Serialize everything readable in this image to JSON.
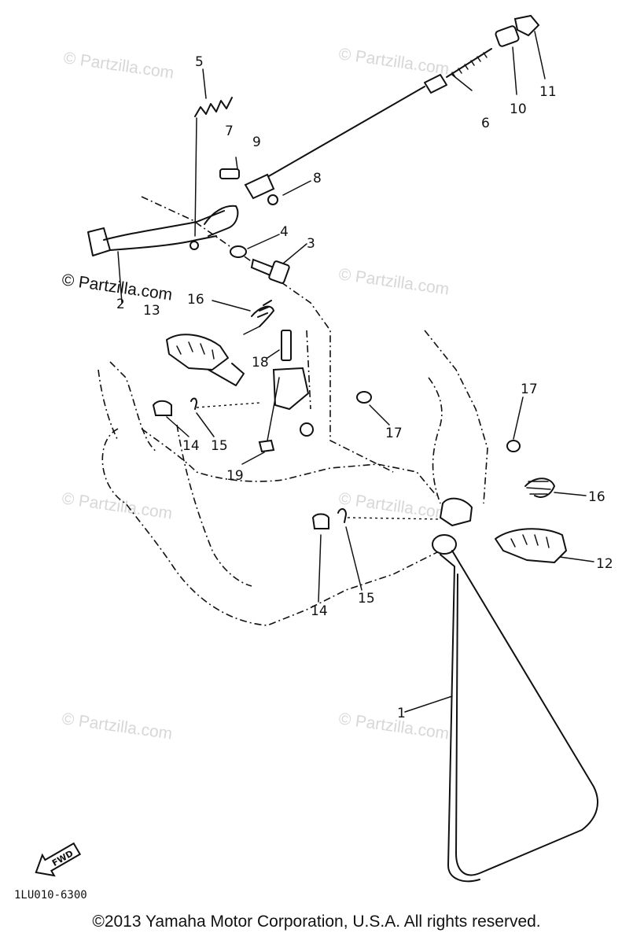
{
  "diagram": {
    "callouts": [
      "1",
      "2",
      "3",
      "4",
      "5",
      "6",
      "7",
      "8",
      "9",
      "10",
      "11",
      "12",
      "13",
      "14",
      "14",
      "15",
      "15",
      "16",
      "16",
      "17",
      "17",
      "18",
      "19"
    ],
    "watermark": "© Partzilla.com",
    "drawing_code": "1LU010-6300",
    "fwd_label": "FWD"
  },
  "footer": {
    "copyright": "©2013  Yamaha Motor Corporation, U.S.A. All rights reserved."
  }
}
